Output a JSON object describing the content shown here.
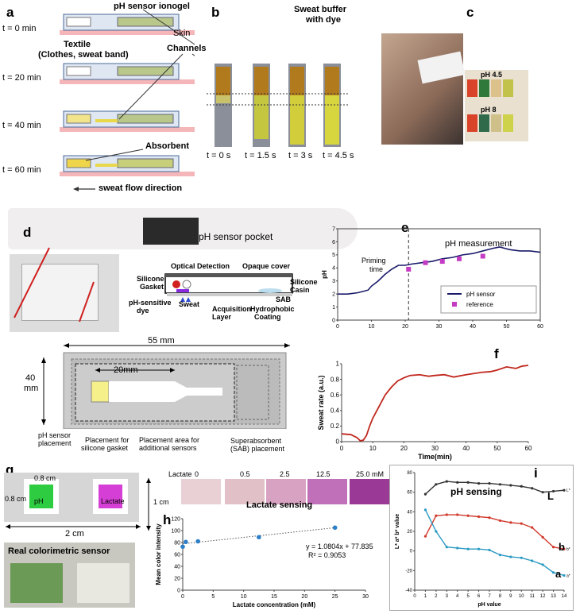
{
  "panels": {
    "a": {
      "label": "a",
      "times": [
        "t = 0 min",
        "t = 20 min",
        "t = 40 min",
        "t = 60 min"
      ],
      "sensor": "pH sensor ionogel",
      "skin": "Skin",
      "textile": "Textile\n(Clothes, sweat band)",
      "textile_l1": "Textile",
      "textile_l2": "(Clothes, sweat band)",
      "channels": "Channels",
      "absorbent": "Absorbent",
      "flow": "sweat flow direction"
    },
    "b": {
      "label": "b",
      "title_l1": "Sweat buffer",
      "title_l2": "with dye",
      "times": [
        "t = 0 s",
        "t = 1.5 s",
        "t = 3 s",
        "t = 4.5 s"
      ]
    },
    "c": {
      "label": "c",
      "ph_a": "pH 4.5",
      "ph_b": "pH 8"
    },
    "d": {
      "label": "d",
      "pocket": "pH sensor pocket",
      "optical": "Optical Detection",
      "opaque": "Opaque cover",
      "silicone_l1": "Silicone",
      "silicone_l2": "Gasket",
      "silicone_c": "Silicone",
      "casing": "Casin",
      "ph_dye_l1": "pH-sensitive",
      "ph_dye_l2": "dye",
      "sweat": "Sweat",
      "sab": "SAB",
      "acq_l1": "Acquisition",
      "acq_l2": "Layer",
      "hydro_l1": "Hydrophobic",
      "hydro_l2": "Coating",
      "dim_w": "55 mm",
      "dim_h_l1": "40",
      "dim_h_l2": "mm",
      "dim_in": "20mm",
      "ph_place_l1": "pH sensor",
      "ph_place_l2": "placement",
      "gasket_l1": "Placement for",
      "gasket_l2": "silicone gasket",
      "area_l1": "Placement area for",
      "area_l2": "additional  sensors",
      "sab_l1": "Superabsorbent",
      "sab_l2": "(SAB)  placement"
    },
    "e": {
      "label": "e"
    },
    "f": {
      "label": "f"
    },
    "g": {
      "label": "g",
      "w1": "0.8 cm",
      "h1": "0.8 cm",
      "ph": "pH",
      "lactate": "Lactate",
      "w2": "2 cm",
      "real": "Real colorimetric sensor"
    },
    "h": {
      "label": "h",
      "lactate_hdr": "Lactate",
      "conc": [
        "0",
        "0.5",
        "2.5",
        "12.5",
        "25.0 mM"
      ],
      "sensing": "Lactate sensing",
      "one_cm": "1 cm",
      "eq": "y = 1.0804x + 77.835",
      "r2": "R² = 0.9053"
    },
    "i": {
      "label": "i",
      "sensing": "pH sensing",
      "L": "L",
      "b": "b",
      "a": "a"
    }
  },
  "chart_data": [
    {
      "type": "line",
      "id": "e",
      "xlabel": "",
      "ylabel": "pH",
      "xlim": [
        0,
        60
      ],
      "ylim": [
        0,
        7
      ],
      "xticks": [
        0,
        10,
        20,
        30,
        40,
        50,
        60
      ],
      "yticks": [
        0,
        1,
        2,
        3,
        4,
        5,
        6,
        7
      ],
      "annotations": [
        "Priming",
        "time",
        "pH measurement"
      ],
      "vline_x": 21,
      "series": [
        {
          "name": "pH sensor",
          "x": [
            0,
            3,
            6,
            9,
            10,
            12,
            14,
            16,
            18,
            20,
            22,
            25,
            28,
            31,
            34,
            37,
            40,
            43,
            46,
            48,
            51,
            54,
            57,
            60
          ],
          "y": [
            2.0,
            2.0,
            2.1,
            2.3,
            2.6,
            3.0,
            3.5,
            3.9,
            4.2,
            4.2,
            4.3,
            4.4,
            4.5,
            4.7,
            4.8,
            5.0,
            5.1,
            5.3,
            5.5,
            5.6,
            5.4,
            5.3,
            5.3,
            5.2
          ]
        },
        {
          "name": "reference",
          "x": [
            21,
            26,
            31,
            36,
            43
          ],
          "y": [
            3.9,
            4.4,
            4.5,
            4.7,
            4.9
          ]
        }
      ]
    },
    {
      "type": "line",
      "id": "f",
      "xlabel": "Time(min)",
      "ylabel": "Sweat rate (a.u.)",
      "xlim": [
        0,
        60
      ],
      "ylim": [
        0,
        1
      ],
      "xticks": [
        0,
        10,
        20,
        30,
        40,
        50,
        60
      ],
      "yticks": [
        0,
        0.2,
        0.4,
        0.6,
        0.8,
        1
      ],
      "series": [
        {
          "name": "",
          "x": [
            0,
            3,
            5,
            6,
            7,
            8,
            9,
            10,
            12,
            14,
            16,
            18,
            20,
            22,
            25,
            28,
            30,
            33,
            36,
            40,
            45,
            48,
            50,
            53,
            56,
            58,
            60
          ],
          "y": [
            0.1,
            0.09,
            0.05,
            0.01,
            0.02,
            0.08,
            0.2,
            0.3,
            0.45,
            0.6,
            0.7,
            0.78,
            0.82,
            0.85,
            0.86,
            0.84,
            0.85,
            0.86,
            0.83,
            0.86,
            0.89,
            0.9,
            0.92,
            0.96,
            0.94,
            0.97,
            0.98
          ]
        }
      ]
    },
    {
      "type": "scatter",
      "id": "h",
      "xlabel": "Lactate concentration (mM)",
      "ylabel": "Mean color intensity",
      "xlim": [
        0,
        30
      ],
      "ylim": [
        0,
        120
      ],
      "xticks": [
        0,
        5,
        10,
        15,
        20,
        25,
        30
      ],
      "yticks": [
        0,
        20,
        40,
        60,
        80,
        100,
        120
      ],
      "x": [
        0,
        0.5,
        2.5,
        12.5,
        25
      ],
      "y": [
        73,
        81,
        82,
        89,
        105
      ],
      "fit": {
        "slope": 1.0804,
        "intercept": 77.835
      }
    },
    {
      "type": "line",
      "id": "i",
      "xlabel": "pH value",
      "ylabel": "L* a* b* value",
      "xlim": [
        0,
        14
      ],
      "ylim": [
        -40,
        80
      ],
      "xticks": [
        0,
        1,
        2,
        3,
        4,
        5,
        6,
        7,
        8,
        9,
        10,
        11,
        12,
        13,
        14
      ],
      "yticks": [
        -40,
        -20,
        0,
        20,
        40,
        60,
        80
      ],
      "series": [
        {
          "name": "L*",
          "x": [
            1,
            2,
            3,
            4,
            5,
            6,
            7,
            8,
            9,
            10,
            11,
            12,
            13,
            14
          ],
          "y": [
            58,
            68,
            71,
            70,
            70,
            69,
            69,
            68,
            67,
            66,
            64,
            60,
            61,
            62
          ]
        },
        {
          "name": "b*",
          "x": [
            1,
            2,
            3,
            4,
            5,
            6,
            7,
            8,
            9,
            10,
            11,
            12,
            13,
            14
          ],
          "y": [
            15,
            36,
            37,
            37,
            36,
            35,
            34,
            31,
            29,
            28,
            24,
            14,
            4,
            2
          ]
        },
        {
          "name": "a*",
          "x": [
            1,
            2,
            3,
            4,
            5,
            6,
            7,
            8,
            9,
            10,
            11,
            12,
            13,
            14
          ],
          "y": [
            42,
            20,
            4,
            3,
            2,
            2,
            1,
            -4,
            -6,
            -7,
            -10,
            -14,
            -22,
            -25
          ]
        }
      ]
    }
  ]
}
